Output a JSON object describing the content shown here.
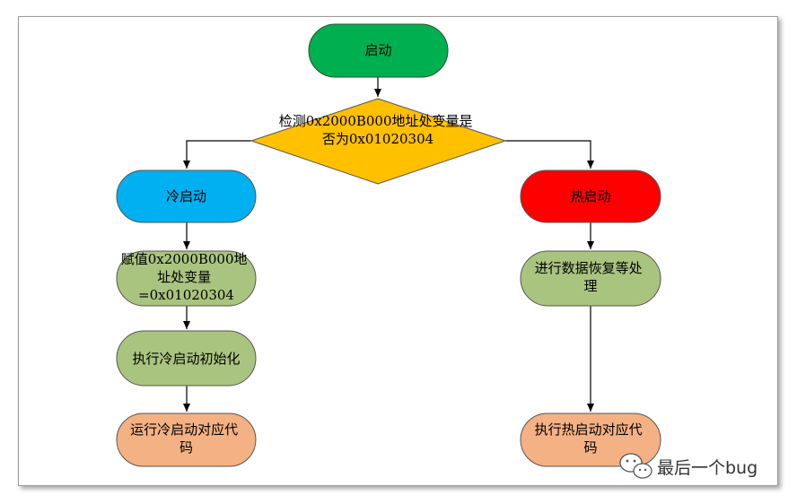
{
  "nodes": {
    "start": {
      "text": [
        "启动"
      ],
      "fill": "#00b050"
    },
    "decision": {
      "text": [
        "检测0x2000B000地址处变量是",
        "否为0x01020304"
      ],
      "fill": "#ffc000"
    },
    "cold_start": {
      "text": [
        "冷启动"
      ],
      "fill": "#00b0f0"
    },
    "hot_start": {
      "text": [
        "热启动"
      ],
      "fill": "#ff0000"
    },
    "assign": {
      "text": [
        "赋值0x2000B000地",
        "址处变量",
        "=0x01020304"
      ],
      "fill": "#a9c47f"
    },
    "recover": {
      "text": [
        "进行数据恢复等处",
        "理"
      ],
      "fill": "#a9c47f"
    },
    "cold_init": {
      "text": [
        "执行冷启动初始化"
      ],
      "fill": "#a9c47f"
    },
    "run_cold": {
      "text": [
        "运行冷启动对应代",
        "码"
      ],
      "fill": "#f4b183"
    },
    "run_hot": {
      "text": [
        "执行热启动对应代",
        "码"
      ],
      "fill": "#f4b183"
    }
  },
  "watermark": {
    "text": "最后一个bug",
    "icon": "wechat-icon"
  }
}
